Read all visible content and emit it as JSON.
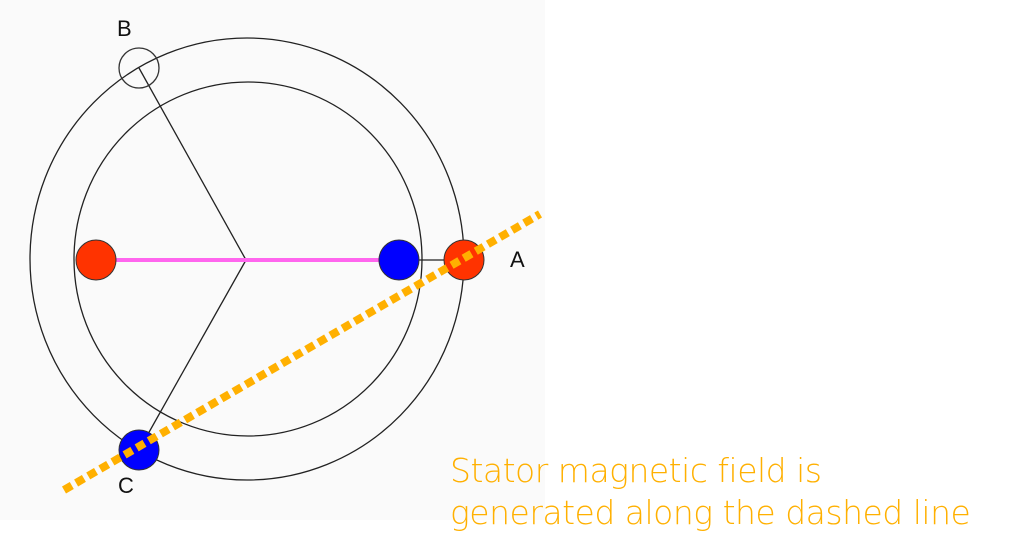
{
  "labels": {
    "a": "A",
    "b": "B",
    "c": "C"
  },
  "caption": {
    "line1": "Stator magnetic field is",
    "line2": "generated along the dashed line"
  },
  "colors": {
    "rotor_pole_red": "#FF3300",
    "rotor_pole_blue": "#0000FF",
    "rotor_axis": "#FF66EE",
    "field_line": "#FFB000",
    "caption": "#FFB000"
  }
}
